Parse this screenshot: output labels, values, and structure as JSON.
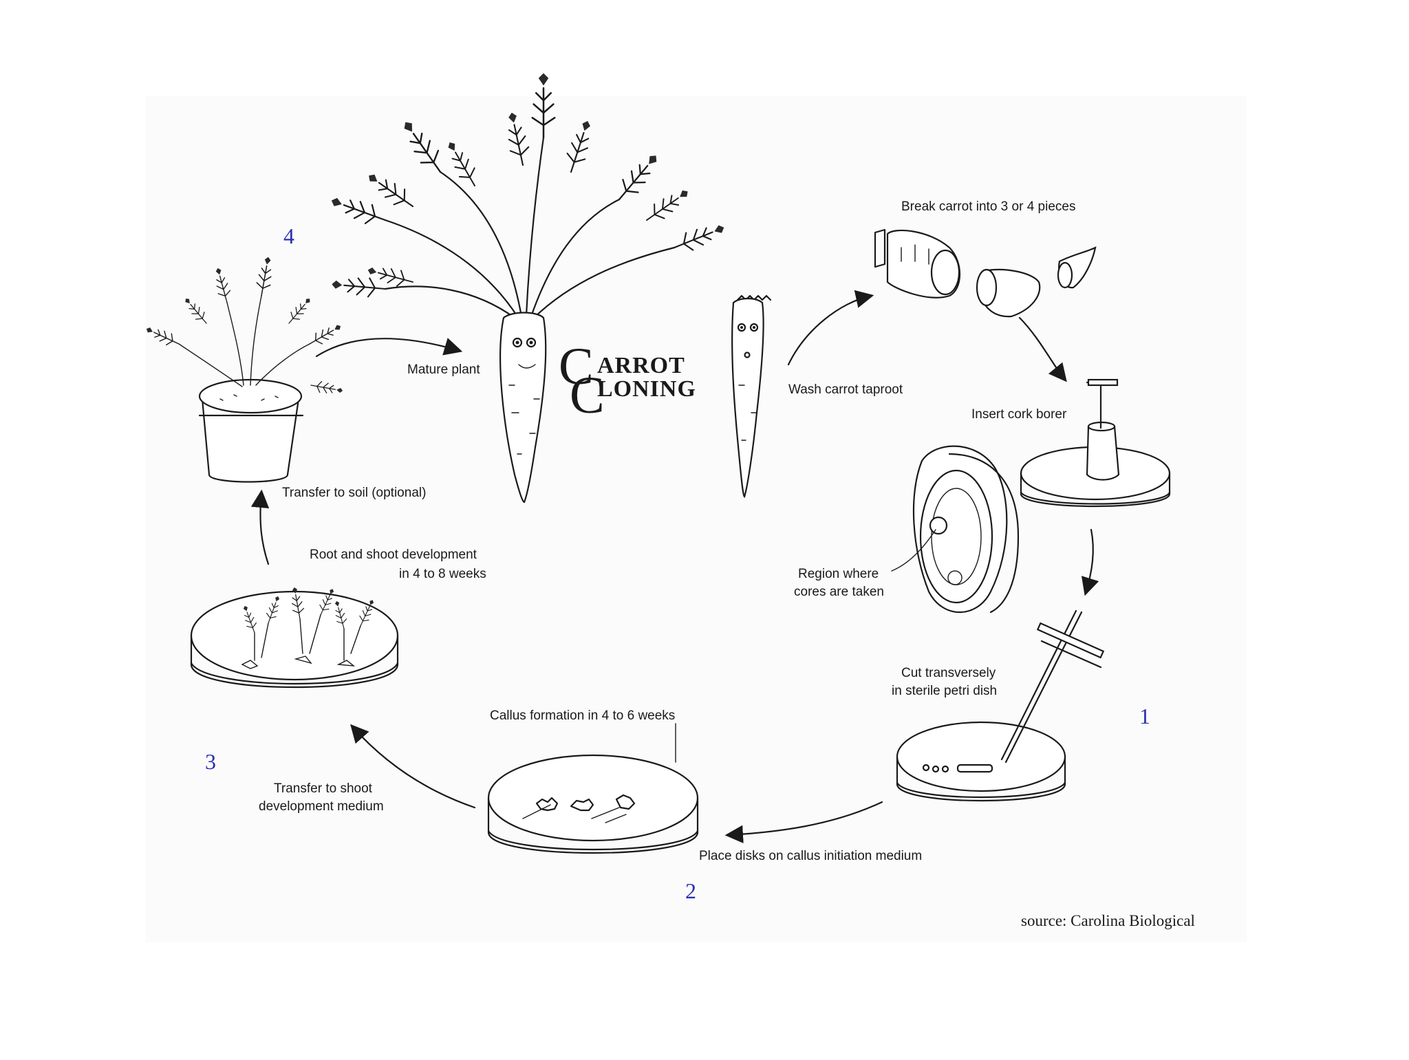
{
  "title": {
    "first_line": "ARROT",
    "second_line": "LONING",
    "initial": "C"
  },
  "step_numbers": {
    "one": "1",
    "two": "2",
    "three": "3",
    "four": "4"
  },
  "captions": {
    "break_carrot": "Break carrot into 3 or 4 pieces",
    "wash_taproot": "Wash carrot taproot",
    "insert_cork_borer": "Insert cork borer",
    "region_line1": "Region where",
    "region_line2": "cores are taken",
    "cut_line1": "Cut transversely",
    "cut_line2": "in sterile petri dish",
    "place_disks": "Place disks on callus initiation medium",
    "callus_formation": "Callus formation in 4 to 6 weeks",
    "transfer_shoot_line1": "Transfer to shoot",
    "transfer_shoot_line2": "development medium",
    "root_shoot_line1": "Root and shoot development",
    "root_shoot_line2": "in 4 to 8 weeks",
    "transfer_soil": "Transfer to soil (optional)",
    "mature_plant": "Mature plant"
  },
  "source_note": "source: Carolina Biological",
  "colors": {
    "ink": "#1a1a1a",
    "step_number": "#2a2fb0",
    "background": "#ffffff"
  }
}
